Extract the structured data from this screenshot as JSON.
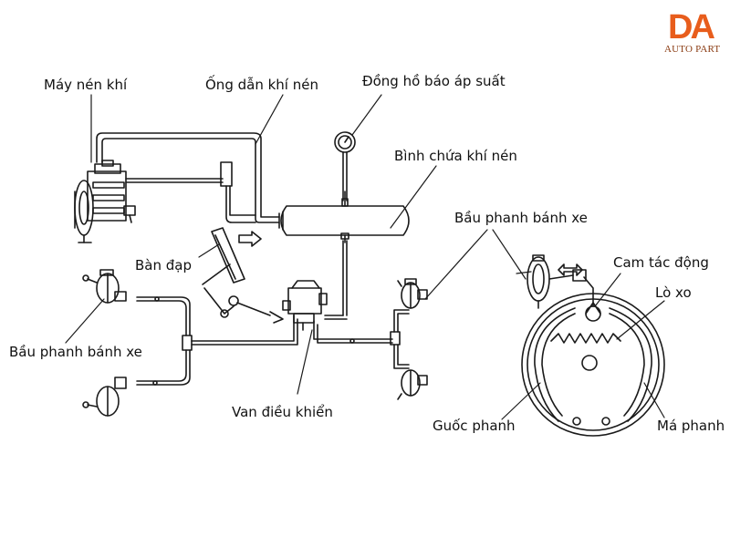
{
  "brand": {
    "mark": "DA",
    "sub": "AUTO PART",
    "mark_color": "#e85d1c",
    "sub_color": "#8a3b12"
  },
  "labels": {
    "compressor": "Máy nén khí",
    "air_pipe": "Ống dẫn khí nén",
    "pressure_gauge": "Đồng hồ báo áp suất",
    "air_tank": "Bình chứa khí nén",
    "wheel_chamber_right": "Bầu phanh bánh xe",
    "pedal": "Bàn đạp",
    "brake_cam": "Cam tác động",
    "spring": "Lò xo",
    "wheel_chamber_left": "Bầu phanh bánh xe",
    "control_valve": "Van điều khiển",
    "brake_shoe": "Guốc phanh",
    "brake_lining": "Má phanh"
  },
  "colors": {
    "line": "#1a1a1a",
    "text": "#111111",
    "background": "#ffffff"
  }
}
